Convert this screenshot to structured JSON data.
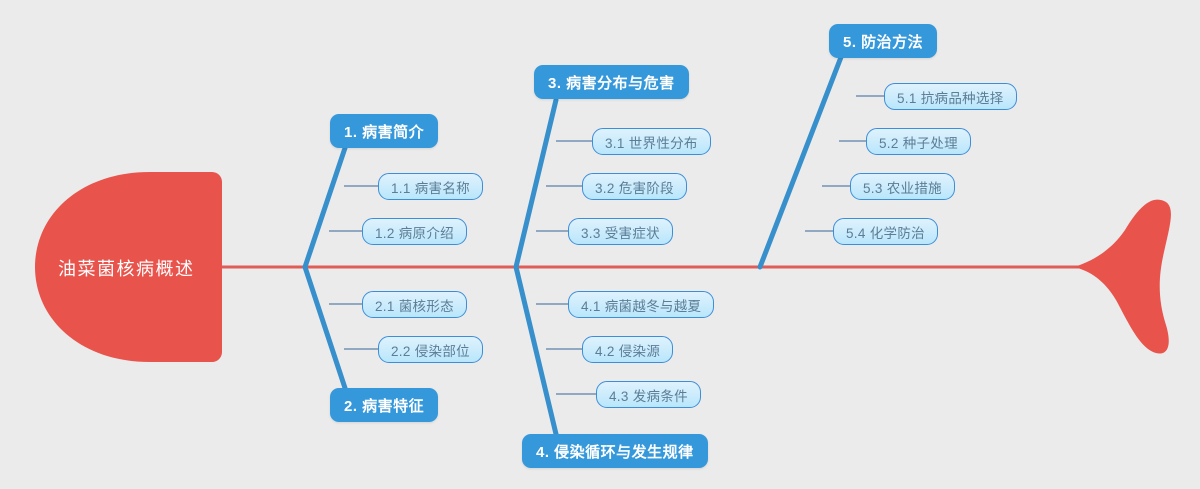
{
  "colors": {
    "background": "#ebebeb",
    "head_fill": "#e8534c",
    "tail_fill": "#e8534c",
    "spine": "#e05d57",
    "branch_line": "#3790cc",
    "main_node_fill": "#3498db",
    "main_node_text": "#ffffff",
    "sub_node_fill_top": "#dff2fd",
    "sub_node_fill_bottom": "#b9e6fb",
    "sub_node_border": "#3d8ed8",
    "sub_node_text": "#5b7d96",
    "connector": "#5a7fa8"
  },
  "head": {
    "label": "油菜菌核病概述"
  },
  "tail": {
    "label": "fish-tail"
  },
  "branches": [
    {
      "id": "branch-1",
      "label": "1. 病害简介",
      "side": "top",
      "items": [
        {
          "label": "1.1 病害名称"
        },
        {
          "label": "1.2 病原介绍"
        }
      ]
    },
    {
      "id": "branch-2",
      "label": "2. 病害特征",
      "side": "bottom",
      "items": [
        {
          "label": "2.1 菌核形态"
        },
        {
          "label": "2.2 侵染部位"
        }
      ]
    },
    {
      "id": "branch-3",
      "label": "3. 病害分布与危害",
      "side": "top",
      "items": [
        {
          "label": "3.1 世界性分布"
        },
        {
          "label": "3.2 危害阶段"
        },
        {
          "label": "3.3 受害症状"
        }
      ]
    },
    {
      "id": "branch-4",
      "label": "4. 侵染循环与发生规律",
      "side": "bottom",
      "items": [
        {
          "label": "4.1 病菌越冬与越夏"
        },
        {
          "label": "4.2 侵染源"
        },
        {
          "label": "4.3 发病条件"
        }
      ]
    },
    {
      "id": "branch-5",
      "label": "5. 防治方法",
      "side": "top",
      "items": [
        {
          "label": "5.1 抗病品种选择"
        },
        {
          "label": "5.2 种子处理"
        },
        {
          "label": "5.3 农业措施"
        },
        {
          "label": "5.4 化学防治"
        }
      ]
    }
  ]
}
